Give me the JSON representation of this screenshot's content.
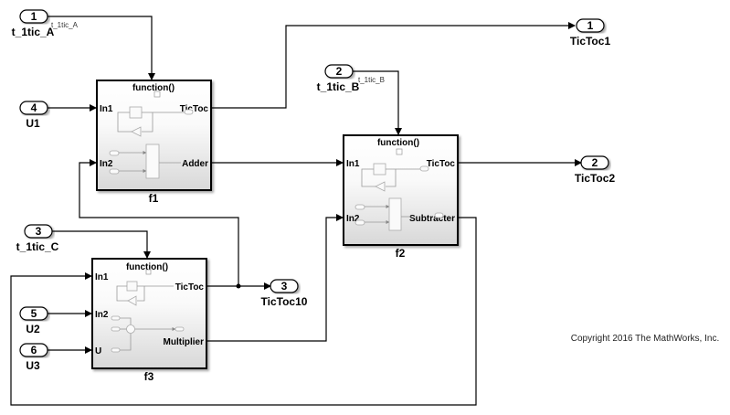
{
  "inports": [
    {
      "id": "t_1tic_A",
      "number": "1",
      "label": "t_1tic_A",
      "signal": "t_1tic_A"
    },
    {
      "id": "U1",
      "number": "4",
      "label": "U1"
    },
    {
      "id": "t_1tic_B",
      "number": "2",
      "label": "t_1tic_B",
      "signal": "t_1tic_B"
    },
    {
      "id": "t_1tic_C",
      "number": "3",
      "label": "t_1tic_C"
    },
    {
      "id": "U2",
      "number": "5",
      "label": "U2"
    },
    {
      "id": "U3",
      "number": "6",
      "label": "U3"
    }
  ],
  "outports": [
    {
      "id": "TicToc1",
      "number": "1",
      "label": "TicToc1"
    },
    {
      "id": "TicToc2",
      "number": "2",
      "label": "TicToc2"
    },
    {
      "id": "TicToc10",
      "number": "3",
      "label": "TicToc10"
    }
  ],
  "blocks": [
    {
      "id": "f1",
      "name": "f1",
      "trigger": "function()",
      "inputs": [
        "In1",
        "In2"
      ],
      "outputs": [
        "TicToc",
        "Adder"
      ]
    },
    {
      "id": "f2",
      "name": "f2",
      "trigger": "function()",
      "inputs": [
        "In1",
        "In2"
      ],
      "outputs": [
        "TicToc",
        "Subtracter"
      ]
    },
    {
      "id": "f3",
      "name": "f3",
      "trigger": "function()",
      "inputs": [
        "In1",
        "In2",
        "U"
      ],
      "outputs": [
        "TicToc",
        "Multiplier"
      ]
    }
  ],
  "copyright": "Copyright 2016 The MathWorks, Inc."
}
